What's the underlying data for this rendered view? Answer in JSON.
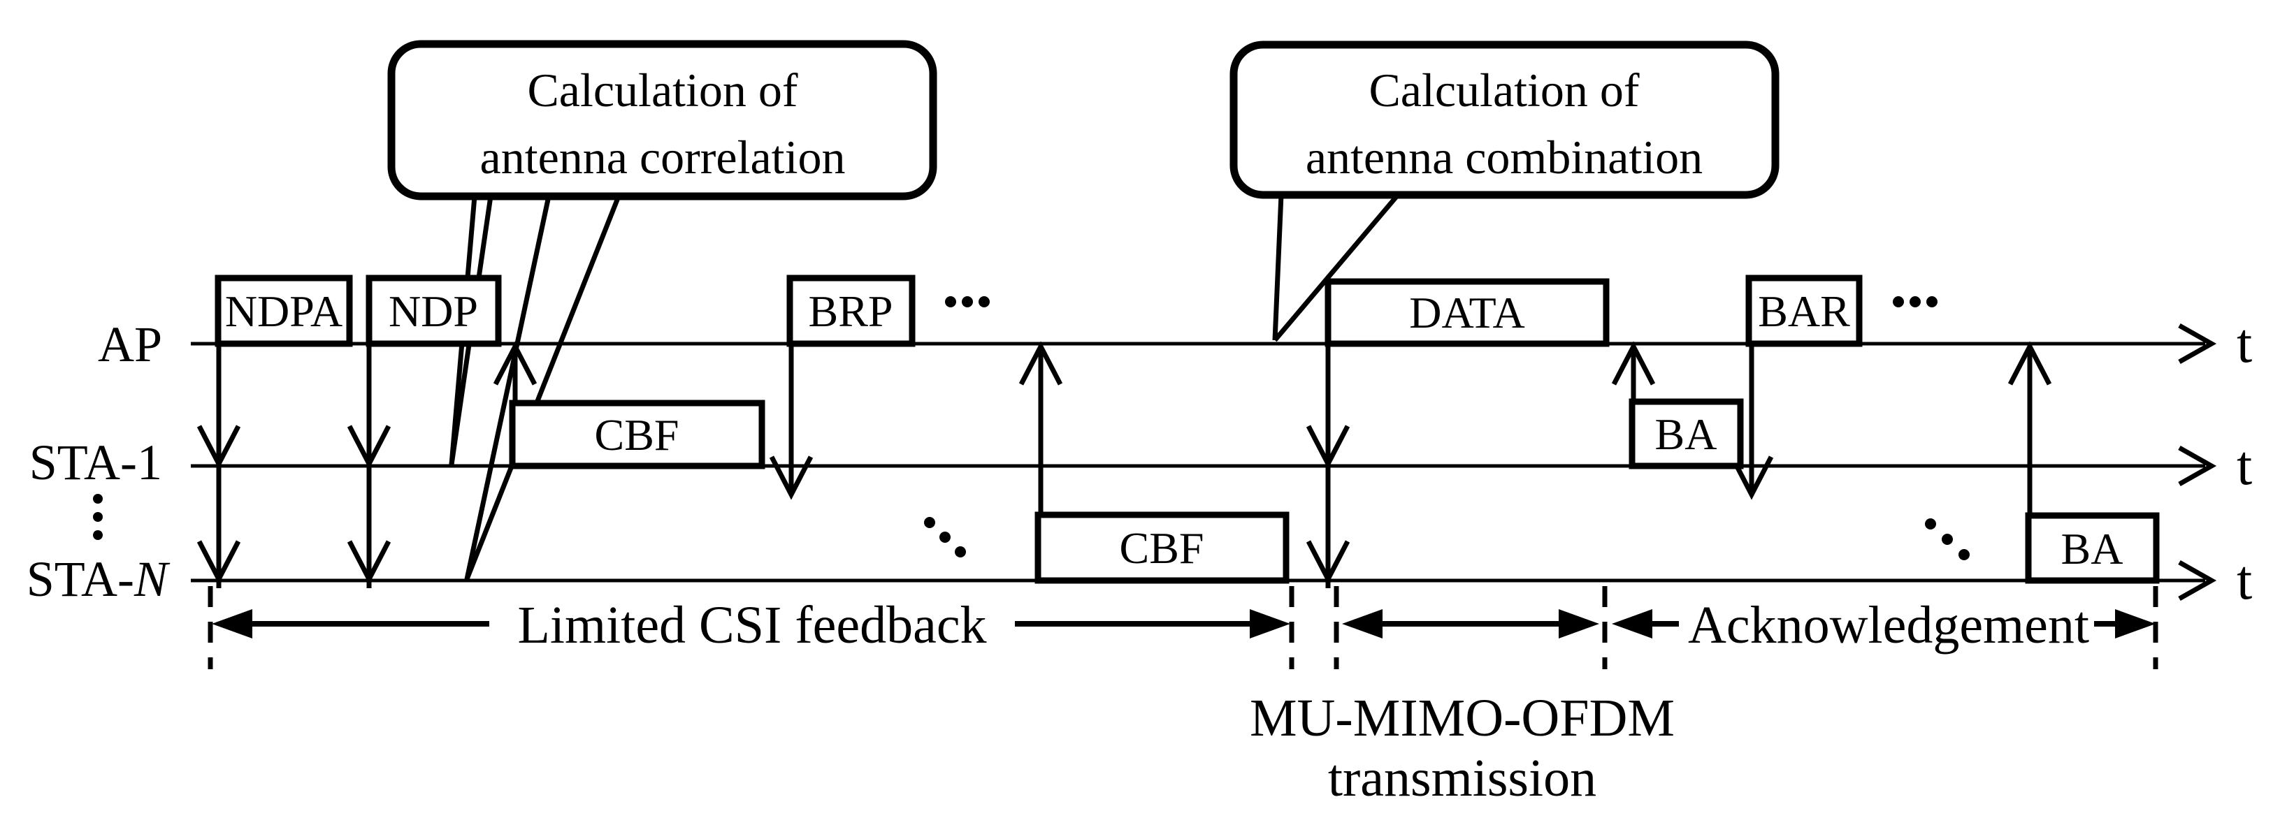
{
  "figure": {
    "background_color": "#ffffff",
    "ink_color": "#000000",
    "axis_label": "t",
    "rows": [
      {
        "label": "AP",
        "italic_suffix": ""
      },
      {
        "label": "STA-1",
        "italic_suffix": ""
      },
      {
        "label": "STA-",
        "italic_suffix": "N"
      }
    ],
    "row_ellipsis": "⋮",
    "boxes": {
      "ndpa": "NDPA",
      "ndp": "NDP",
      "brp": "BRP",
      "data": "DATA",
      "bar": "BAR",
      "cbf": "CBF",
      "ba": "BA"
    },
    "callouts": {
      "correlation": {
        "line1": "Calculation of",
        "line2": "antenna correlation"
      },
      "combination": {
        "line1": "Calculation of",
        "line2": "antenna combination"
      }
    },
    "spans": {
      "csi_feedback": "Limited CSI feedback",
      "mu_mimo_line1": "MU-MIMO-OFDM",
      "mu_mimo_line2": "transmission",
      "acknowledgement": "Acknowledgement"
    },
    "ellipses": {
      "horizontal": "⋯",
      "diagonal": "⋱",
      "vertical": "⋮"
    }
  }
}
